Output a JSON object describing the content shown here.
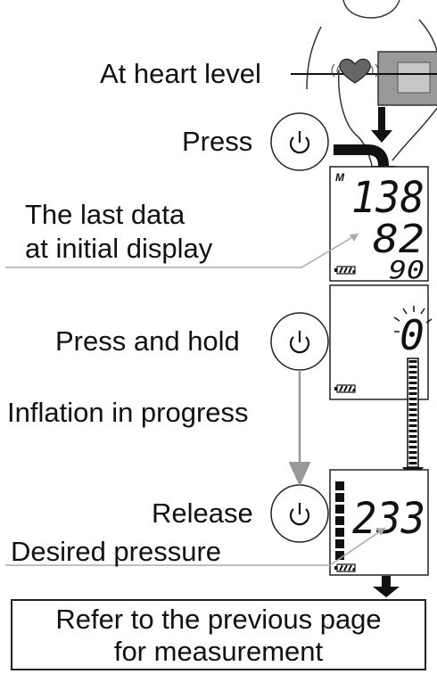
{
  "steps": {
    "heart_level": "At heart level",
    "press": "Press",
    "last_data_line1": "The last data",
    "last_data_line2": "at initial display",
    "press_and_hold": "Press and hold",
    "inflation": "Inflation in progress",
    "release": "Release",
    "desired_pressure": "Desired pressure"
  },
  "display_last": {
    "memory_mark": "M",
    "systolic": "138",
    "diastolic": "82",
    "pulse": "90"
  },
  "display_inflating": {
    "value": "0"
  },
  "display_release": {
    "value": "233"
  },
  "instruction": {
    "line1": "Refer to the previous page",
    "line2": "for measurement"
  },
  "icons": {
    "power": "power-icon",
    "heart": "heart-icon",
    "battery": "battery-icon"
  }
}
